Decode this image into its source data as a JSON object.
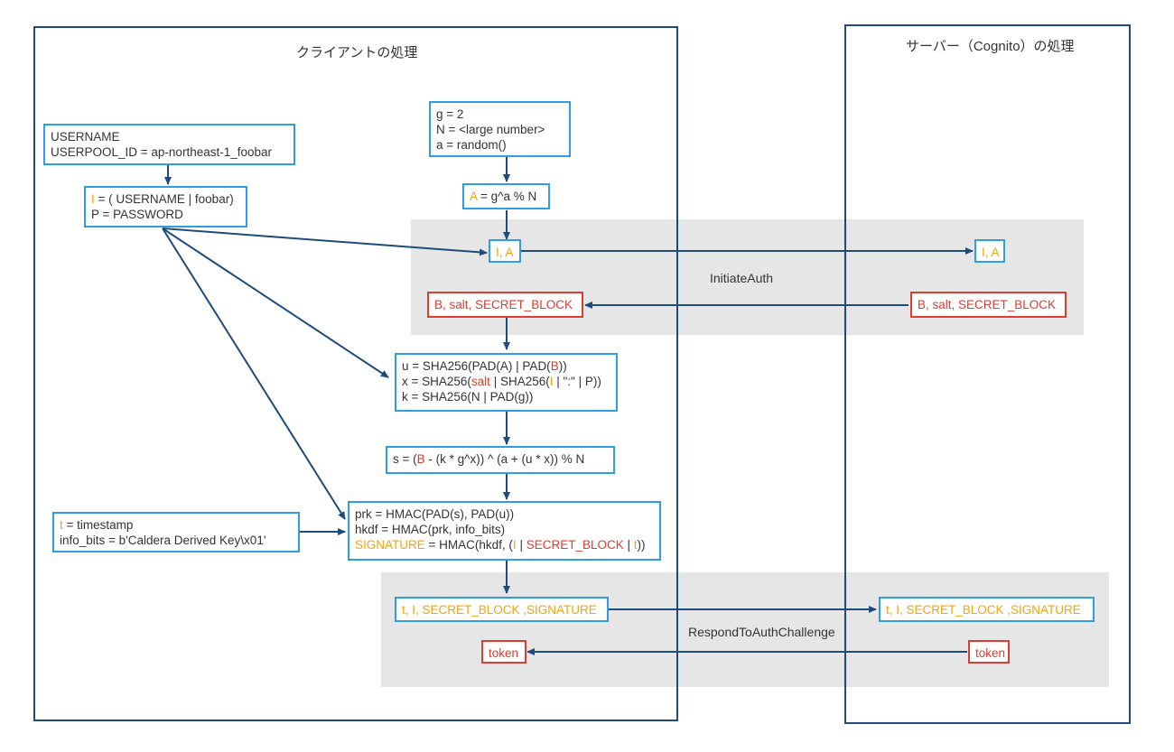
{
  "client": {
    "title": "クライアントの処理"
  },
  "server": {
    "title": "サーバー（Cognito）の処理"
  },
  "bands": {
    "initiate": "InitiateAuth",
    "respond": "RespondToAuthChallenge"
  },
  "boxes": {
    "username": {
      "line1": "USERNAME",
      "line2": "USERPOOL_ID = ap-northeast-1_foobar"
    },
    "ip": {
      "i": "I",
      "i_rest": " = ( USERNAME | foobar)",
      "line2": "P = PASSWORD"
    },
    "params": {
      "line1": "g = 2",
      "line2": "N = <large number>",
      "line3": "a = random()"
    },
    "a": {
      "a": "A",
      "rest": " = g^a % N"
    },
    "ia_client": "I, A",
    "ia_server": "I, A",
    "bsalt_client": "B, salt, SECRET_BLOCK",
    "bsalt_server": "B, salt, SECRET_BLOCK",
    "ux": {
      "u_pre": "u = SHA256(PAD(A) | PAD(",
      "u_b": "B",
      "u_post": "))",
      "x_pre": "x = SHA256(",
      "x_salt": "salt",
      "x_mid": " | SHA256(",
      "x_i": "I",
      "x_post": " | \":\" | P))",
      "k": "k = SHA256(N | PAD(g))"
    },
    "s": {
      "pre": "s  = (",
      "b": "B",
      "post": " - (k * g^x)) ^ (a + (u * x)) % N"
    },
    "t": {
      "t": "t",
      "t_rest": " = timestamp",
      "line2": "info_bits = b'Caldera Derived Key\\x01'"
    },
    "prk": {
      "line1": "prk = HMAC(PAD(s), PAD(u))",
      "line2": "hkdf = HMAC(prk, info_bits)",
      "sig": "SIGNATURE",
      "sig_mid": " = HMAC(hkdf, (",
      "sig_i": "I",
      "sep1": " | ",
      "sig_sb": "SECRET_BLOCK",
      "sep2": " | ",
      "sig_t": "t",
      "sig_end": "))"
    },
    "tsig_client": "t, I, SECRET_BLOCK ,SIGNATURE",
    "tsig_server": "t, I, SECRET_BLOCK ,SIGNATURE",
    "token_client": "token",
    "token_server": "token"
  },
  "colors": {
    "arrow": "#1d4b7d",
    "blue_border": "#2f9de4",
    "red": "#e03b2f",
    "orange": "#f5a30a",
    "band": "#e6e6e6"
  }
}
